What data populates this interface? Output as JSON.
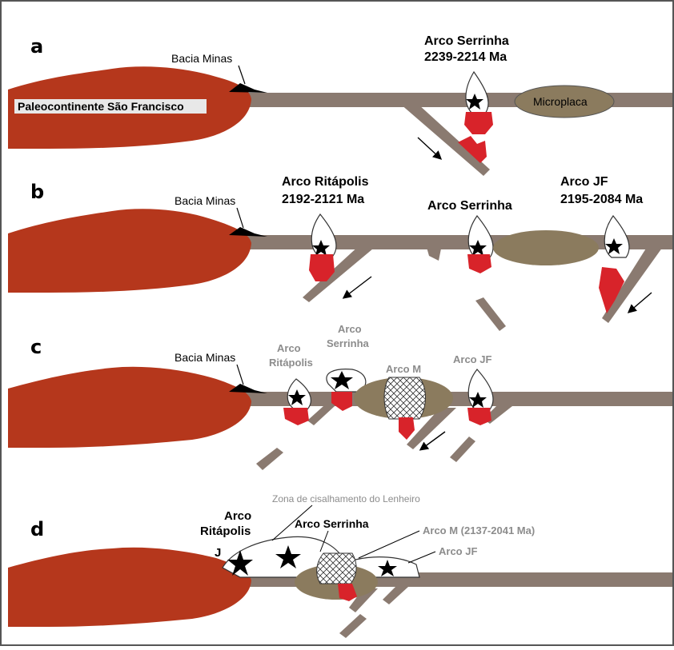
{
  "panels": {
    "a": {
      "letter": "a",
      "bacia": "Bacia Minas",
      "continent": "Paleocontinente São Francisco",
      "arc_name": "Arco Serrinha",
      "arc_age": "2239-2214  Ma",
      "microplate": "Microplaca"
    },
    "b": {
      "letter": "b",
      "bacia": "Bacia Minas",
      "ritapolis_name": "Arco Ritápolis",
      "ritapolis_age": "2192-2121  Ma",
      "serrinha": "Arco Serrinha",
      "jf_name": "Arco JF",
      "jf_age": "2195-2084  Ma"
    },
    "c": {
      "letter": "c",
      "bacia": "Bacia Minas",
      "ritapolis_1": "Arco",
      "ritapolis_2": "Ritápolis",
      "serrinha_1": "Arco",
      "serrinha_2": "Serrinha",
      "arco_m": "Arco M",
      "arco_jf": "Arco JF"
    },
    "d": {
      "letter": "d",
      "ritapolis_1": "Arco",
      "ritapolis_2": "Ritápolis",
      "zona": "Zona de cisalhamento do Lenheiro",
      "serrinha": "Arco Serrinha",
      "arco_m": "Arco M (2137-2041 Ma)",
      "arco_jf": "Arco JF",
      "j": "J"
    }
  },
  "colors": {
    "continent": "#b5371c",
    "plate": "#8a7a70",
    "microplate": "#8b7b5e",
    "magma": "#d8232a",
    "border": "#555555"
  }
}
